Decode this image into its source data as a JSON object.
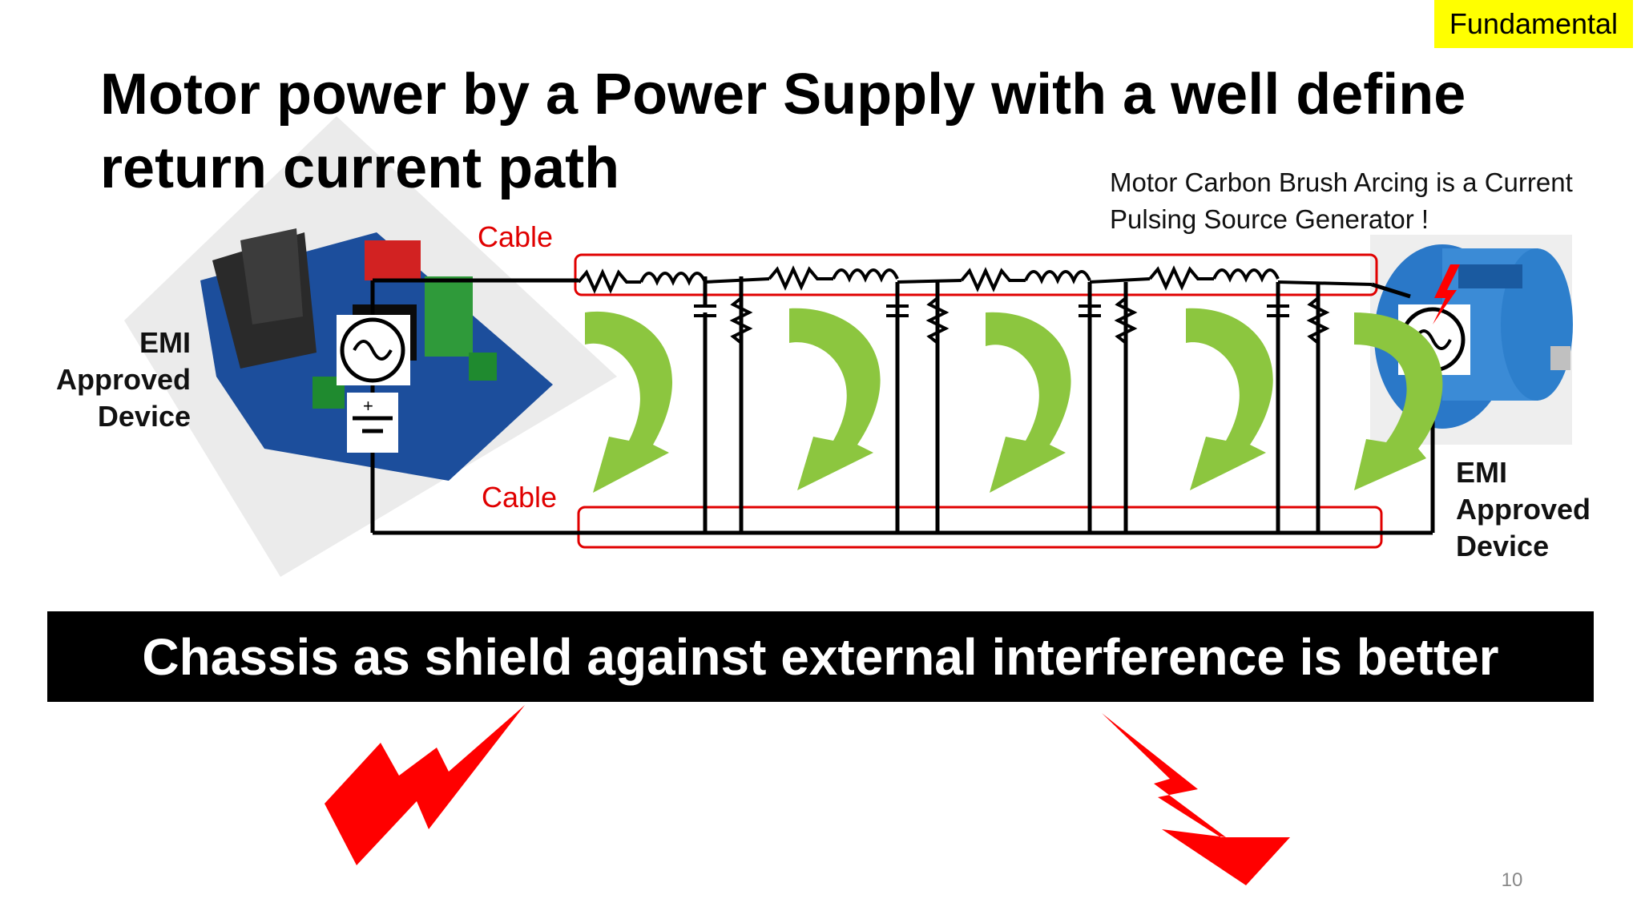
{
  "badge": "Fundamental",
  "title": "Motor power by a Power Supply with a well define return current path",
  "note": "Motor Carbon Brush Arcing is a Current Pulsing Source Generator !",
  "cable_top_label": "Cable",
  "cable_bottom_label": "Cable",
  "emi_left": "EMI Approved Device",
  "emi_right": "EMI Approved Device",
  "banner": "Chassis as shield against external interference is better",
  "page_number": "10",
  "dc_plus": "+",
  "colors": {
    "badge": "#ffff00",
    "cable": "#e00000",
    "arrow": "#8cc63f",
    "lightning": "#ff0000",
    "banner": "#000000"
  }
}
